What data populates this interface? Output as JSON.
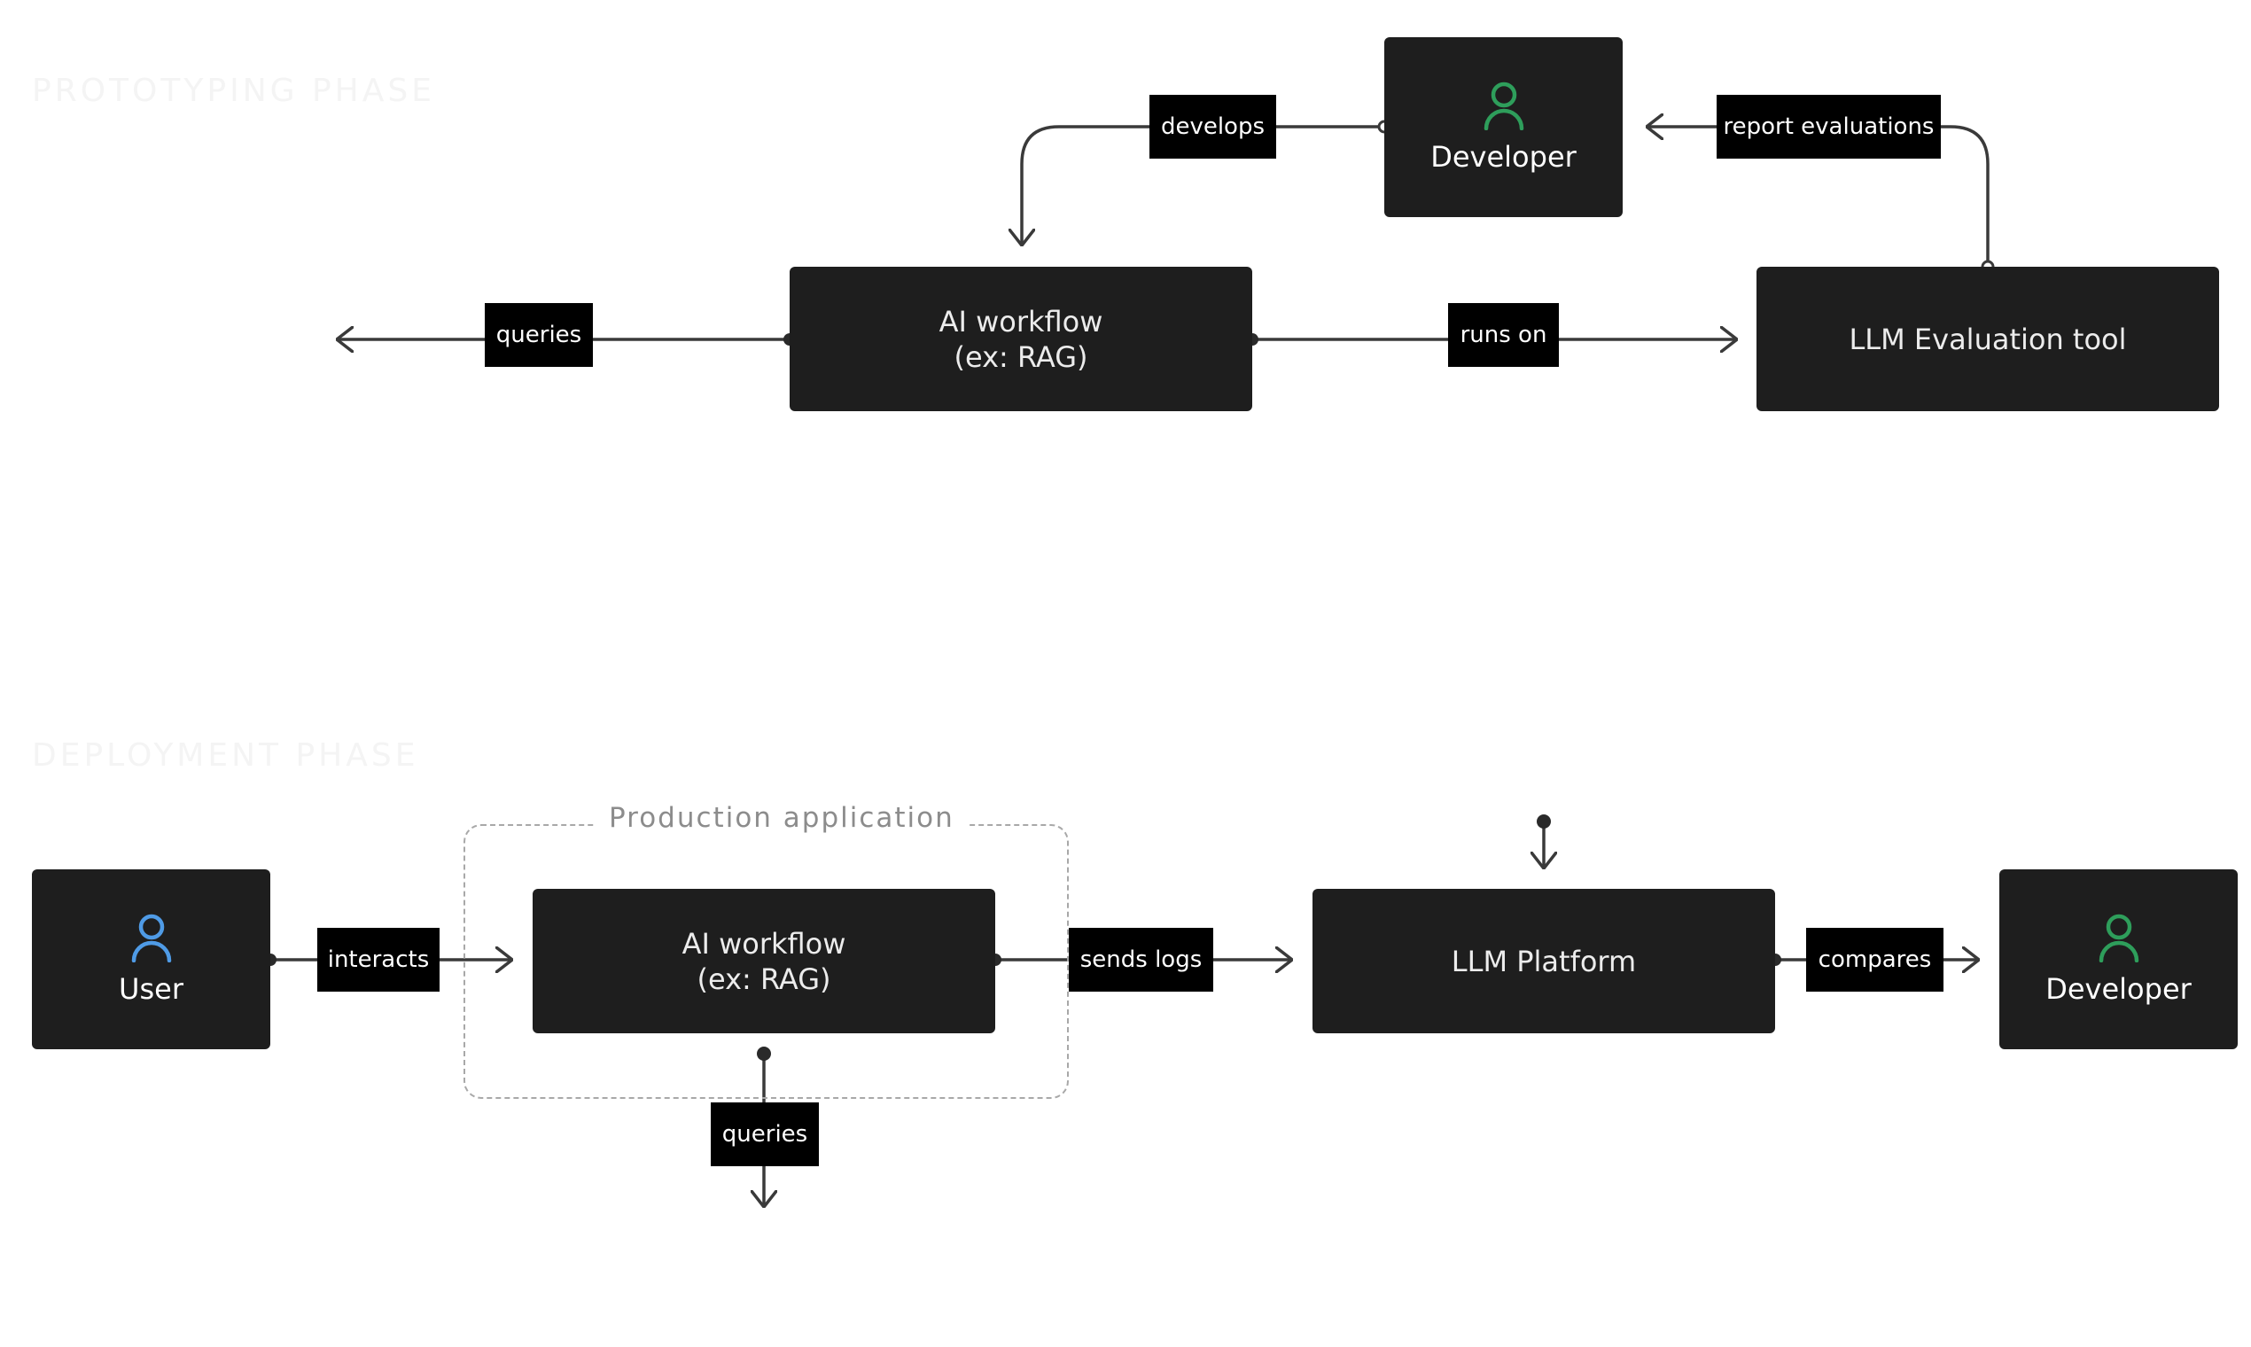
{
  "phases": {
    "prototyping": "PROTOTYPING PHASE",
    "deployment": "DEPLOYMENT PHASE"
  },
  "prototyping": {
    "developer": "Developer",
    "workflow": "AI workflow\n(ex: RAG)",
    "eval_tool": "LLM Evaluation tool",
    "edges": {
      "develops": "develops",
      "report_evaluations": "report evaluations",
      "queries": "queries",
      "runs_on": "runs on"
    }
  },
  "deployment": {
    "user": "User",
    "container": "Production application",
    "workflow": "AI workflow\n(ex: RAG)",
    "platform": "LLM Platform",
    "developer": "Developer",
    "edges": {
      "interacts": "interacts",
      "sends_logs": "sends logs",
      "compares": "compares",
      "queries": "queries"
    }
  },
  "colors": {
    "node_fill": "#1e1e1e",
    "tag_fill": "#000000",
    "wire": "#3a3a3a",
    "developer_icon": "#2e9e5b",
    "user_icon": "#4f9be6"
  },
  "icons": {
    "developer": "person-icon",
    "user": "person-icon"
  }
}
